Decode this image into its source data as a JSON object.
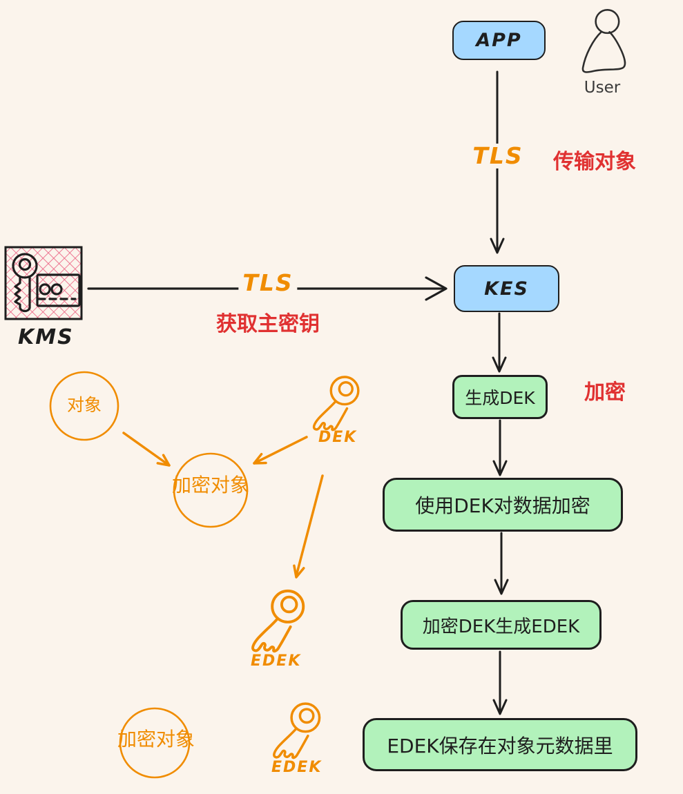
{
  "palette": {
    "background": "#fbf4ec",
    "node_blue_fill": "#a5d8ff",
    "node_green_fill": "#b2f2bb",
    "stroke_black": "#1e1e1e",
    "accent_orange": "#f08c00",
    "accent_red": "#e03131",
    "kms_hatch_pink": "#ec6686"
  },
  "nodes": {
    "app": "APP",
    "kes": "KES",
    "gen_dek": "生成DEK",
    "encrypt_data": "使用DEK对数据加密",
    "encrypt_dek": "加密DEK生成EDEK",
    "store_edek": "EDEK保存在对象元数据里"
  },
  "actors": {
    "user": "User",
    "kms": "KMS"
  },
  "annotations": {
    "tls_app_kes": "TLS",
    "transfer_object": "传输对象",
    "tls_kms_kes": "TLS",
    "get_master_key": "获取主密钥",
    "encrypt": "加密"
  },
  "objects": {
    "object": "对象",
    "encrypted_object": "加密对象",
    "dek": "DEK",
    "edek": "EDEK",
    "encrypted_object_2": "加密对象",
    "edek_2": "EDEK"
  },
  "icons": {
    "user": "person-icon",
    "kms": "key-card-icon",
    "dek": "key-icon",
    "edek": "key-icon",
    "edek_2": "key-icon"
  }
}
